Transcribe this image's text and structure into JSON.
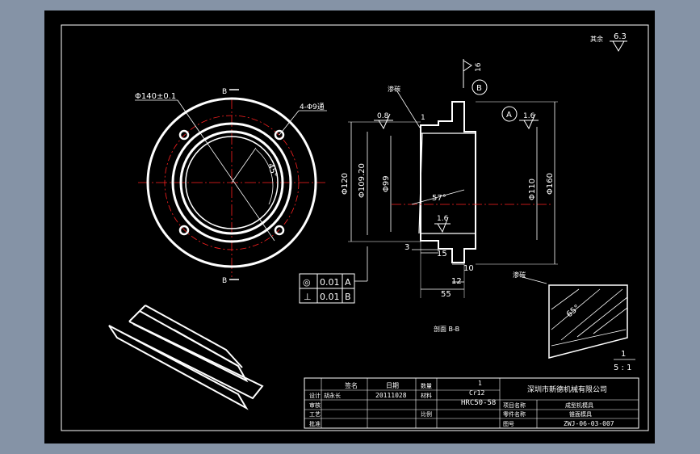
{
  "surface_finish": {
    "label": "其余",
    "value": "6.3"
  },
  "section_marker_top": "B",
  "section_marker_bottom": "B",
  "hole_pattern": "4-Φ9通",
  "pitch_diameter": "Φ140±0.1",
  "angle_front": "45°",
  "roughness_left": "0.8",
  "roughness_top": "16",
  "roughness_right": "1.6",
  "roughness_inner": "1.6",
  "datum_a": "A",
  "datum_b": "B",
  "dims": {
    "d120": "Φ120",
    "d109": "Φ109.20",
    "d99": "Φ99",
    "d110": "Φ110",
    "d160": "Φ160",
    "chamfer": "1",
    "angle_bore": "57°",
    "l3": "3",
    "l15": "15",
    "l10": "10",
    "l12": "12",
    "l55": "55"
  },
  "annotation_left": "渗碳",
  "annotation_detail": "渗碳",
  "detail_angle": "65°",
  "section_label": "剖面 B-B",
  "detail_scale_num": "1",
  "detail_scale": "5 : 1",
  "tolerance": [
    {
      "symbol": "◎",
      "value": "0.01",
      "datum": "A"
    },
    {
      "symbol": "⊥",
      "value": "0.01",
      "datum": "B"
    }
  ],
  "title_block": {
    "header_sign": "签名",
    "header_date": "日期",
    "row_design": "设计",
    "designer": "胡永长",
    "date": "20111028",
    "row_check": "审核",
    "row_process": "工艺",
    "row_approve": "批准",
    "row_quantity": "数量",
    "quantity": "1",
    "material_label": "材料",
    "material": "Cr12",
    "hardness": "HRC50-58",
    "scale_label": "比例",
    "company": "深圳市新德机械有限公司",
    "project_label": "项目名称",
    "project": "成型机模具",
    "part_label": "零件名称",
    "part": "锥面模具",
    "drawing_no_label": "图号",
    "drawing_no": "ZWJ-06-03-007"
  }
}
